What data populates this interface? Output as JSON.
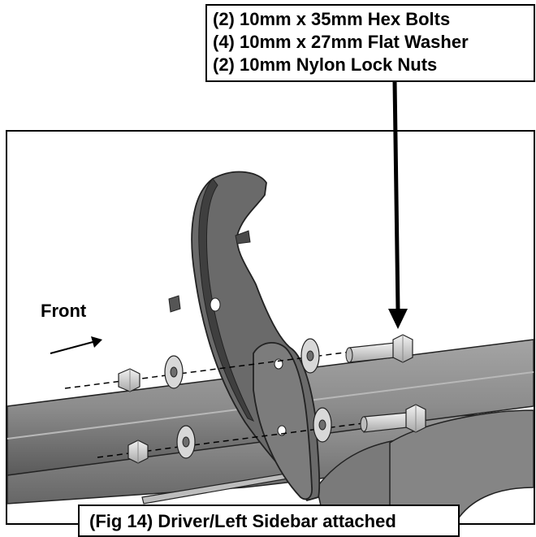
{
  "parts_list": {
    "lines": [
      "(2) 10mm x 35mm Hex Bolts",
      "(4) 10mm x 27mm Flat Washer",
      "(2) 10mm Nylon Lock Nuts"
    ]
  },
  "labels": {
    "front": "Front",
    "caption": "(Fig 14) Driver/Left Sidebar attached"
  },
  "colors": {
    "tube": "#8a8a8a",
    "tube_dark": "#5d5d5d",
    "bracket": "#6b6b6b",
    "bracket_dark": "#444444",
    "hardware": "#d2d2d2"
  }
}
